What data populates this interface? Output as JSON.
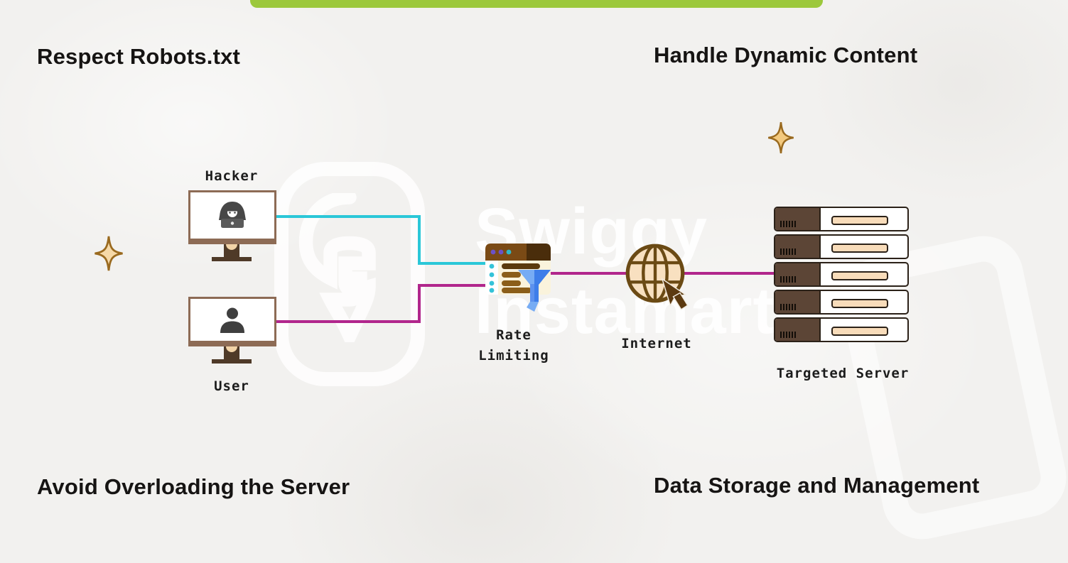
{
  "headings": {
    "top_left": "Respect Robots.txt",
    "top_right": "Handle Dynamic Content",
    "bottom_left": "Avoid Overloading the Server",
    "bottom_right": "Data Storage and Management"
  },
  "watermark": {
    "brand_line1": "Swiggy",
    "brand_line2": "Instamart"
  },
  "accent": {
    "top_bar_color": "#9cc83c"
  },
  "diagram": {
    "nodes": {
      "hacker": {
        "label": "Hacker"
      },
      "user": {
        "label": "User"
      },
      "rate_limiter": {
        "label_line1": "Rate",
        "label_line2": "Limiting"
      },
      "internet": {
        "label": "Internet"
      },
      "targeted_server": {
        "label": "Targeted Server",
        "unit_count": 5
      }
    },
    "edges": [
      {
        "from": "hacker",
        "to": "rate_limiter",
        "color": "#2bc7d8"
      },
      {
        "from": "user",
        "to": "rate_limiter",
        "color": "#b1268c"
      },
      {
        "from": "rate_limiter",
        "to": "targeted_server",
        "via": "internet",
        "color": "#b1268c"
      }
    ],
    "colors": {
      "hacker_edge": "#2bc7d8",
      "user_edge": "#b1268c",
      "server_edge": "#b1268c",
      "monitor_frame": "#8d6b55",
      "monitor_stand": "#4f3a28",
      "server_dark": "#5c4536",
      "server_slot": "#f8dcba",
      "globe_stroke": "#6b4a14",
      "globe_fill": "#f8e0c0",
      "window_header_brown": "#7a4a15",
      "window_header_dark": "#4a2d0b",
      "funnel_blue_light": "#77acf4",
      "funnel_blue_dark": "#3e7ee9",
      "sparkle_fill": "#f6d9a8",
      "sparkle_stroke": "#9a6a1f"
    }
  }
}
